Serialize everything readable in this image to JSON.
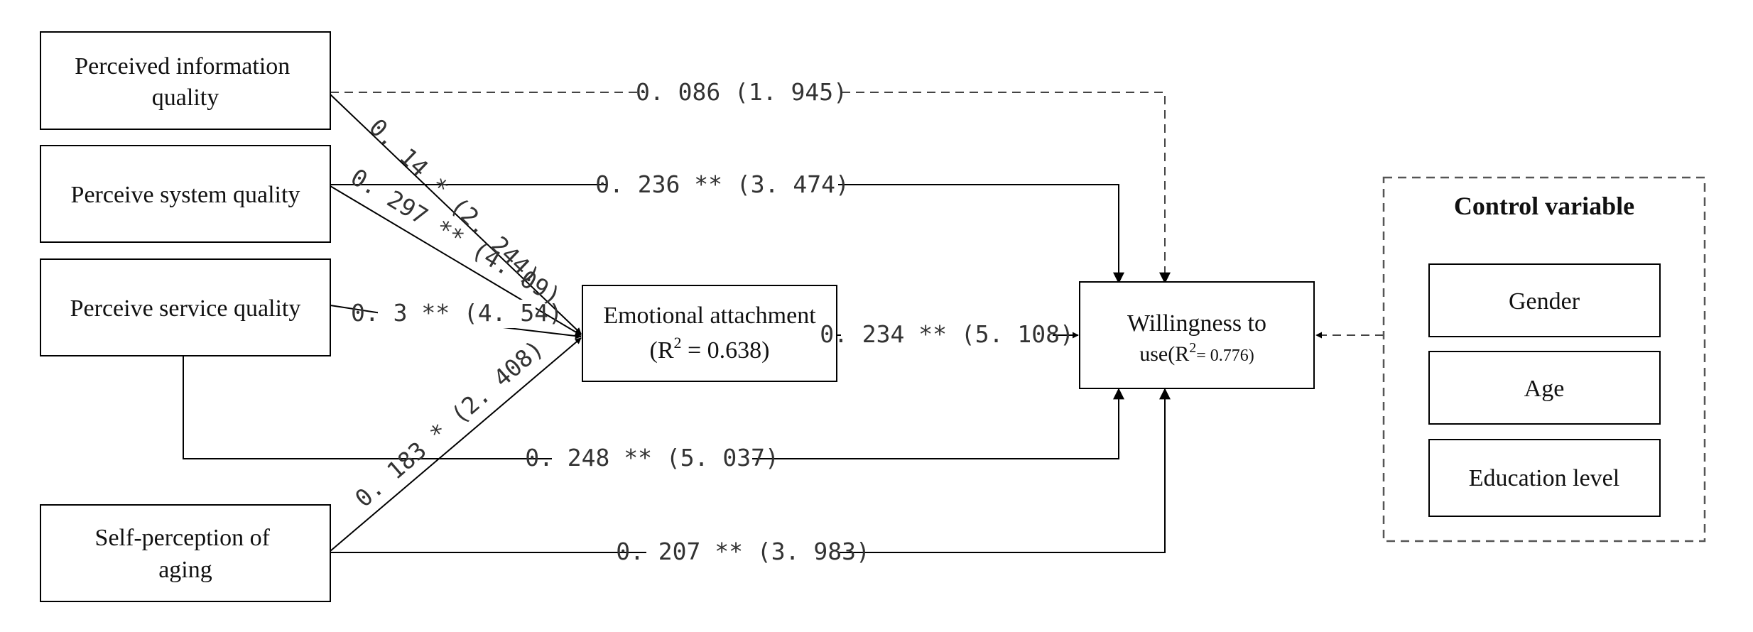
{
  "nodes": {
    "info_quality": {
      "line1": "Perceived information",
      "line2": "quality"
    },
    "system_quality": {
      "label": "Perceive system quality"
    },
    "service_quality": {
      "label": "Perceive service quality"
    },
    "self_aging": {
      "line1": "Self-perception of",
      "line2": "aging"
    },
    "emotional": {
      "line1": "Emotional attachment",
      "line2_prefix": "(R",
      "line2_sup": "2",
      "line2_suffix": " = 0.638)"
    },
    "willingness": {
      "line1": "Willingness to",
      "line2_prefix": "use(R",
      "line2_sup": "2",
      "line2_suffix": "= 0.776)"
    }
  },
  "control": {
    "title": "Control variable",
    "items": [
      "Gender",
      "Age",
      "Education level"
    ]
  },
  "paths": {
    "info_to_will": "0. 086 (1. 945)",
    "system_to_will": "0. 236 ** (3. 474)",
    "info_to_emo": "0. 14 * (2. 244)",
    "system_to_emo": "0. 297 ** (4. 09)",
    "service_to_emo": "0. 3 ** (4. 54)",
    "aging_to_emo": "0. 183 * (2. 408)",
    "emo_to_will": "0. 234 ** (5. 108)",
    "service_to_will": "0. 248 ** (5. 037)",
    "aging_to_will": "0. 207 ** (3. 983)"
  }
}
